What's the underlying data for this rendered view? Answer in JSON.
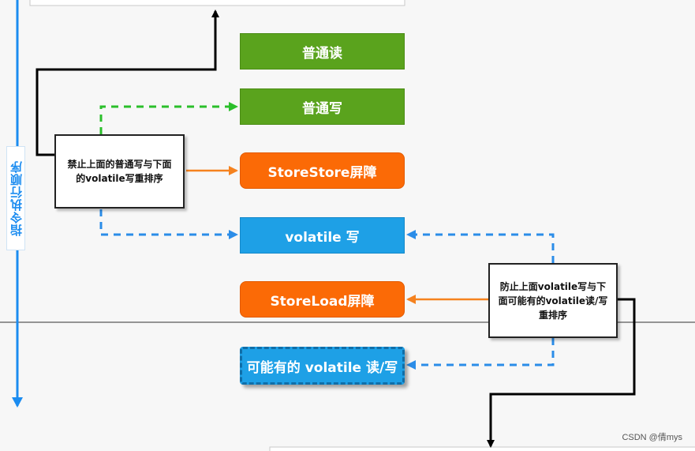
{
  "vertical_label": "指令执行顺序",
  "boxes": {
    "normal_read": "普通读",
    "normal_write": "普通写",
    "storestore": "StoreStore屏障",
    "volatile_write": "volatile 写",
    "storeload": "StoreLoad屏障",
    "possible_volatile": "可能有的 volatile 读/写"
  },
  "notes": {
    "left_line1": "禁止上面的普通写与下面",
    "left_line2": "的volatile写重排序",
    "right_line1": "防止上面volatile写与下",
    "right_line2": "面可能有的volatile读/写",
    "right_line3": "重排序"
  },
  "watermark": "CSDN @倩mys",
  "colors": {
    "green": "#5aa31d",
    "orange": "#fb6a06",
    "blue": "#1ea0e6",
    "timeline": "#1b8cf0",
    "dash_green": "#2bbf2b",
    "dash_blue": "#2b8de8"
  }
}
